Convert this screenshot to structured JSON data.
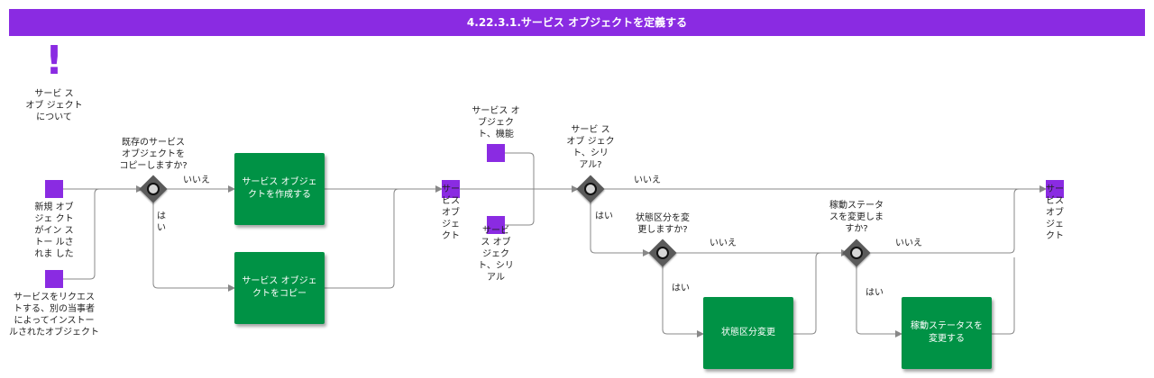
{
  "header": {
    "title": "4.22.3.1.サービス オブジェクトを定義する"
  },
  "note": {
    "icon": "exclamation-icon",
    "label": "サービ ス\nオブ ジェクト\nについて"
  },
  "inputs": {
    "new_object": "新規 オブ\nジェ クト\nがイン ス\nトー ルさ\nれま した",
    "requested_object": "サービスをリクエス\nトする、別の当事者\nによってインストー\nルされたオブジェクト"
  },
  "gateways": {
    "existing": "既存のサービス\nオブジェクトを\nコピーしますか?",
    "serial": "サービ ス\nオブ ジェク\nト、シリ\nアル?",
    "status_category": "状態区分を変\n更しますか?",
    "operation_status": "稼動ステータ\nスを変更しま\nすか?"
  },
  "tasks": {
    "create": "サービス オブジェ\nクトを作成する",
    "copy": "サービス オブジェ\nクトをコピー",
    "change_category": "状態区分変更",
    "change_status": "稼動ステータスを\n変更する"
  },
  "data_objects": {
    "merge": "サー\nビス\nオブ\nジェ\nクト",
    "function": "サービス オ\nブジェク\nト、機能",
    "serial": "サービ\nス オブ\nジェク\nト、シリ\nアル",
    "output": "サー\nビス\nオブ\nジェ\nクト"
  },
  "flows": {
    "no1": "いいえ",
    "yes1": "は\nい",
    "no2": "いいえ",
    "yes2": "はい",
    "no3": "いいえ",
    "yes3": "はい",
    "no4": "いいえ",
    "yes4": "はい"
  },
  "colors": {
    "accent": "#8a2be2",
    "task": "#009245",
    "gateway": "#5a5a5a",
    "line": "#888888"
  }
}
